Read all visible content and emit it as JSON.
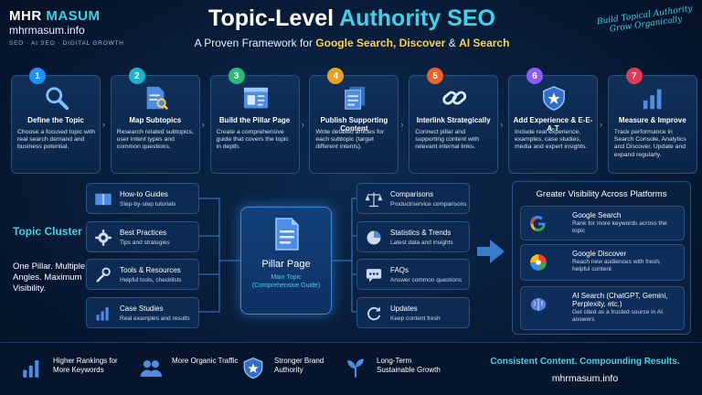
{
  "brand": {
    "name_main": "MHR",
    "name_accent": "MASUM",
    "site": "mhrmasum.info",
    "tags": "SEO · AI SEO · DIGITAL GROWTH"
  },
  "header": {
    "title_main": "Topic-Level",
    "title_accent": "Authority SEO",
    "subtitle_pre": "A Proven Framework for",
    "subtitle_hl1": "Google Search, Discover",
    "subtitle_amp": "&",
    "subtitle_hl2": "AI Search",
    "script_note": "Build Topical Authority Grow Organically"
  },
  "steps": [
    {
      "num": "1",
      "title": "Define the Topic",
      "desc": "Choose a focused topic with real search demand and business potential.",
      "icon": "magnifier-icon",
      "color": "#1e90ff"
    },
    {
      "num": "2",
      "title": "Map Subtopics",
      "desc": "Research related subtopics, user intent types and common questions.",
      "icon": "document-search-icon",
      "color": "#1fb3c9"
    },
    {
      "num": "3",
      "title": "Build the Pillar Page",
      "desc": "Create a comprehensive guide that covers the topic in depth.",
      "icon": "browser-page-icon",
      "color": "#2eb87a"
    },
    {
      "num": "4",
      "title": "Publish Supporting Content",
      "desc": "Write detailed articles for each subtopic (target different intents).",
      "icon": "documents-icon",
      "color": "#e7a31f"
    },
    {
      "num": "5",
      "title": "Interlink Strategically",
      "desc": "Connect pillar and supporting content with relevant internal links.",
      "icon": "chain-link-icon",
      "color": "#e8642a"
    },
    {
      "num": "6",
      "title": "Add Experience & E-E-A-T",
      "desc": "Include real experience, examples, case studies, media and expert insights.",
      "icon": "shield-star-icon",
      "color": "#8b5cf6"
    },
    {
      "num": "7",
      "title": "Measure & Improve",
      "desc": "Track performance in Search Console, Analytics and Discover. Update and expand regularly.",
      "icon": "bar-chart-icon",
      "color": "#e23a55"
    }
  ],
  "cluster": {
    "title": "Topic Cluster Structure",
    "subtitle": "One Pillar. Multiple Angles. Maximum Visibility."
  },
  "pillar": {
    "title": "Pillar Page",
    "subtitle": "Main Topic (Comprehensive Guide)"
  },
  "left_tiles": [
    {
      "title": "How-to Guides",
      "desc": "Step-by-step tutorials",
      "icon": "book-icon"
    },
    {
      "title": "Best Practices",
      "desc": "Tips and strategies",
      "icon": "gear-icon"
    },
    {
      "title": "Tools & Resources",
      "desc": "Helpful tools, checklists",
      "icon": "wrench-icon"
    },
    {
      "title": "Case Studies",
      "desc": "Real examples and results",
      "icon": "bar-chart-icon"
    }
  ],
  "right_tiles": [
    {
      "title": "Comparisons",
      "desc": "Product/service comparisons",
      "icon": "scale-icon"
    },
    {
      "title": "Statistics & Trends",
      "desc": "Latest data and insights",
      "icon": "pie-chart-icon"
    },
    {
      "title": "FAQs",
      "desc": "Answer common questions",
      "icon": "chat-bubble-icon"
    },
    {
      "title": "Updates",
      "desc": "Keep content fresh",
      "icon": "refresh-icon"
    }
  ],
  "visibility": {
    "title": "Greater Visibility Across Platforms",
    "items": [
      {
        "title": "Google Search",
        "desc": "Rank for more keywords across the topic",
        "icon": "google-g-icon"
      },
      {
        "title": "Google Discover",
        "desc": "Reach new audiences with fresh, helpful content",
        "icon": "discover-icon"
      },
      {
        "title": "AI Search (ChatGPT, Gemini, Perplexity, etc.)",
        "desc": "Get cited as a trusted source in AI answers",
        "icon": "brain-icon"
      }
    ]
  },
  "footer": {
    "items": [
      {
        "text": "Higher Rankings for More Keywords",
        "icon": "bar-chart-icon"
      },
      {
        "text": "More Organic Traffic",
        "icon": "people-icon"
      },
      {
        "text": "Stronger Brand Authority",
        "icon": "shield-star-icon"
      },
      {
        "text": "Long-Term Sustainable Growth",
        "icon": "sprout-icon"
      }
    ],
    "tagline": "Consistent Content. Compounding Results.",
    "site": "mhrmasum.info"
  },
  "colors": {
    "accent": "#3fd3ea",
    "highlight": "#ffd23f",
    "background": "#071a33"
  }
}
